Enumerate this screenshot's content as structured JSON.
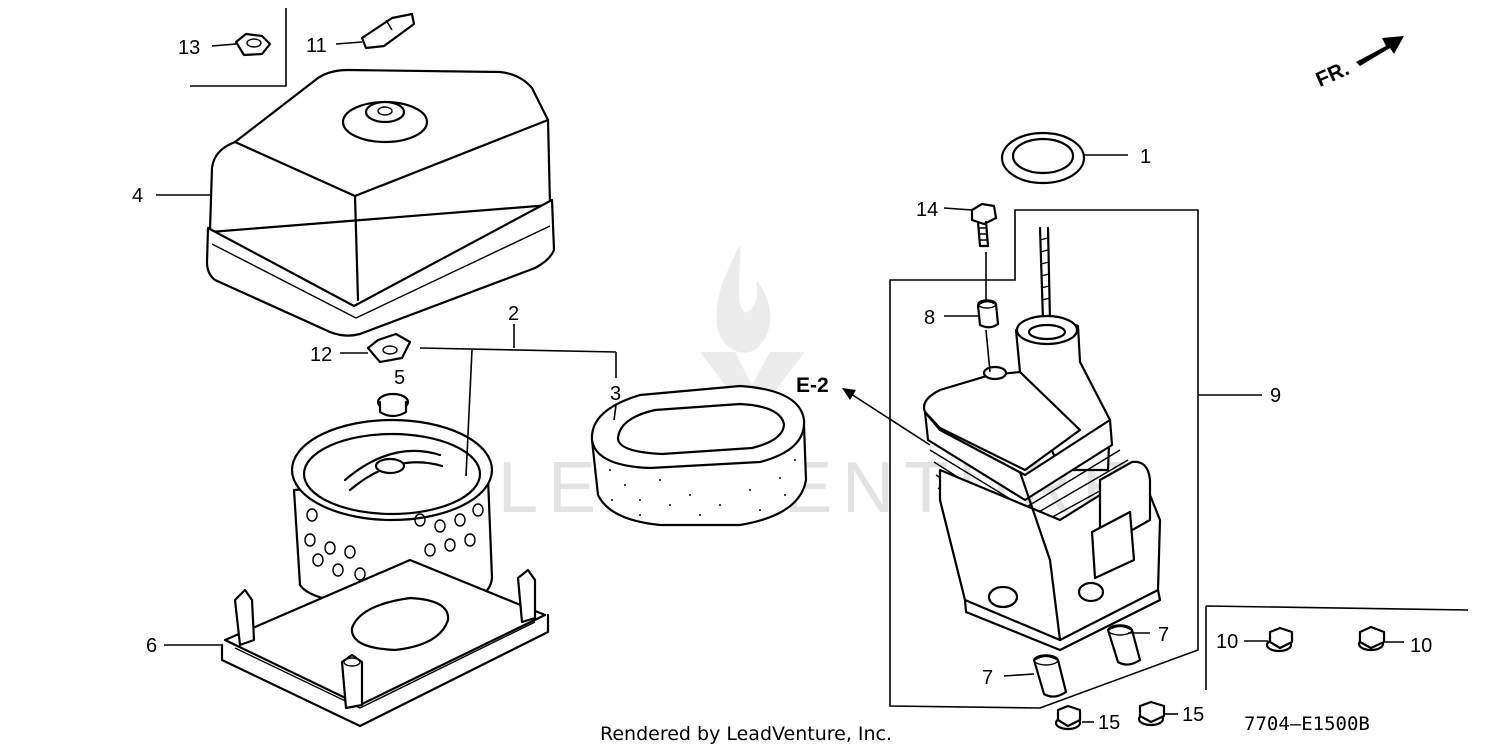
{
  "watermark": {
    "text": "LEADVENTURE"
  },
  "orientation": {
    "label": "FR."
  },
  "callouts": {
    "c1": "1",
    "c2": "2",
    "c3": "3",
    "c4": "4",
    "c5": "5",
    "c6": "6",
    "c7a": "7",
    "c7b": "7",
    "c8": "8",
    "c9": "9",
    "c10a": "10",
    "c10b": "10",
    "c11": "11",
    "c12": "12",
    "c13": "13",
    "c14": "14",
    "c15a": "15",
    "c15b": "15",
    "e2": "E-2"
  },
  "footer": {
    "credit": "Rendered by LeadVenture, Inc.",
    "diagram_code": "7704–E1500B"
  }
}
